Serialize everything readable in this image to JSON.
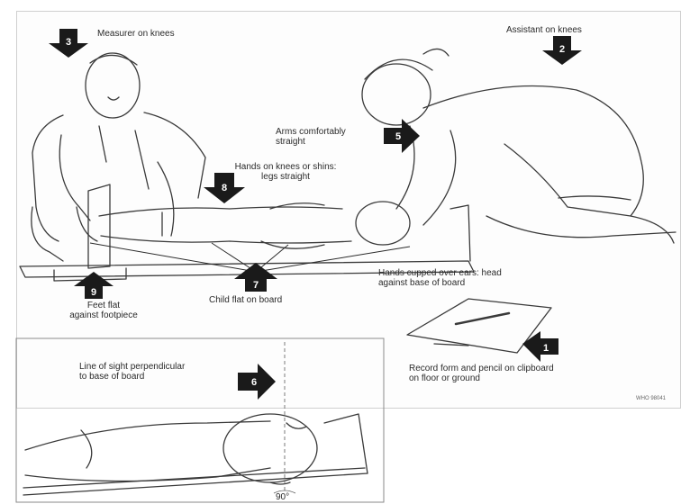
{
  "labels": {
    "measurer": "Measurer on knees",
    "assistant": "Assistant on knees",
    "arms": "Arms comfortably\nstraight",
    "hands_knees": "Hands on knees or shins:\nlegs straight",
    "feet_flat": "Feet flat\nagainst footpiece",
    "child_flat": "Child flat on board",
    "hands_cupped": "Hands cupped over ears: head\nagainst base of board",
    "record_form": "Record form and pencil on clipboard\non floor or ground",
    "line_of_sight": "Line of sight perpendicular\nto base of board",
    "angle": "90°",
    "credit": "WHO 98041"
  },
  "steps": {
    "s1": "1",
    "s2": "2",
    "s3": "3",
    "s5": "5",
    "s6": "6",
    "s7": "7",
    "s8": "8",
    "s9": "9"
  },
  "colors": {
    "badge": "#1a1a1a",
    "line": "#2b2b2b",
    "sketch": "#3a3a3a"
  }
}
